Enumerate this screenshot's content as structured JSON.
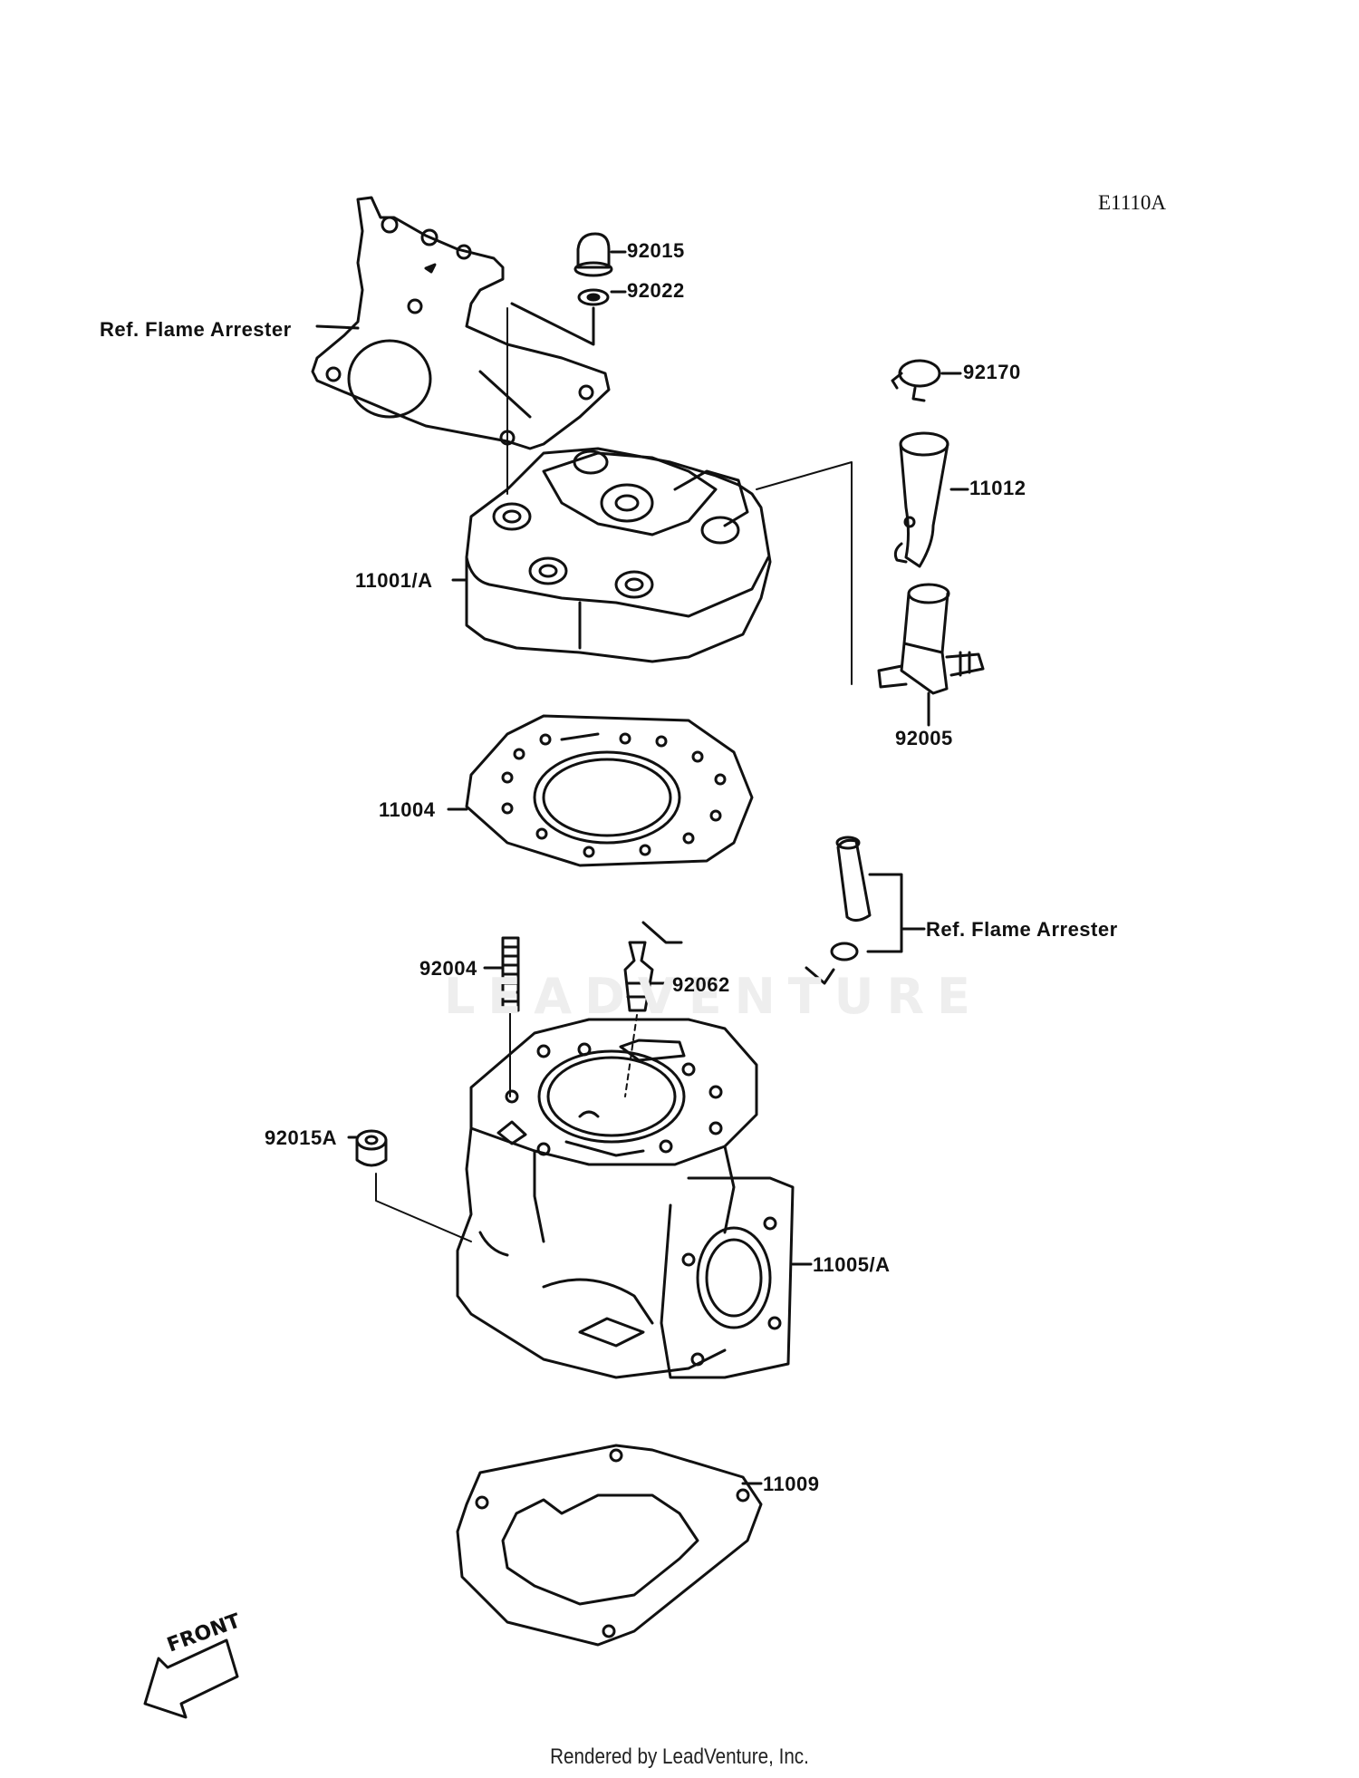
{
  "diagram": {
    "code": "E1110A",
    "watermark": "LEADVENTURE",
    "front_label": "FRONT",
    "footer": "Rendered by LeadVenture, Inc.",
    "parts": {
      "p92015": "92015",
      "p92022": "92022",
      "ref_top": "Ref. Flame Arrester",
      "p92170": "92170",
      "p11012": "11012",
      "p11001": "11001/A",
      "p92005": "92005",
      "p11004": "11004",
      "ref_mid": "Ref. Flame Arrester",
      "p92004": "92004",
      "p92062": "92062",
      "p92015a": "92015A",
      "p11005": "11005/A",
      "p11009": "11009"
    }
  }
}
